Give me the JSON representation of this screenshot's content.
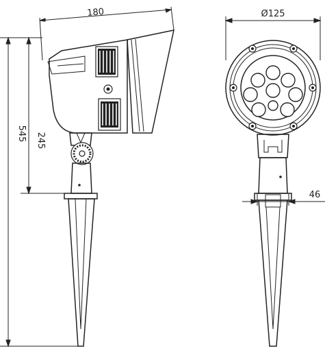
{
  "dimensions": {
    "width_side": "180",
    "diameter_front": "Ø125",
    "total_height": "545",
    "lamp_height": "245",
    "stake_width": "46"
  },
  "views": {
    "side": "side-view",
    "front": "front-view"
  },
  "led_count": 9
}
